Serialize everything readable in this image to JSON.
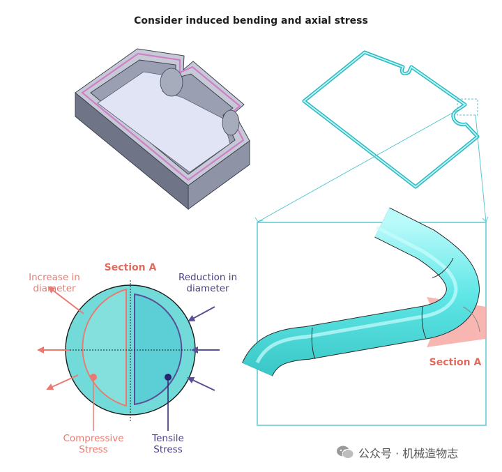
{
  "title": "Consider induced bending and axial stress",
  "section_label_left": "Section A",
  "section_label_right": "Section A",
  "increase_label_line1": "Increase in",
  "increase_label_line2": "diameter",
  "reduction_label_line1": "Reduction in",
  "reduction_label_line2": "diameter",
  "compressive_line1": "Compressive",
  "compressive_line2": "Stress",
  "tensile_line1": "Tensile",
  "tensile_line2": "Stress",
  "watermark": "公众号 · 机械造物志",
  "colors": {
    "coral": "#ea7a6f",
    "navy": "#4a3f86",
    "cyan": "#5fe3e3",
    "gray_part": "#7e8496"
  }
}
